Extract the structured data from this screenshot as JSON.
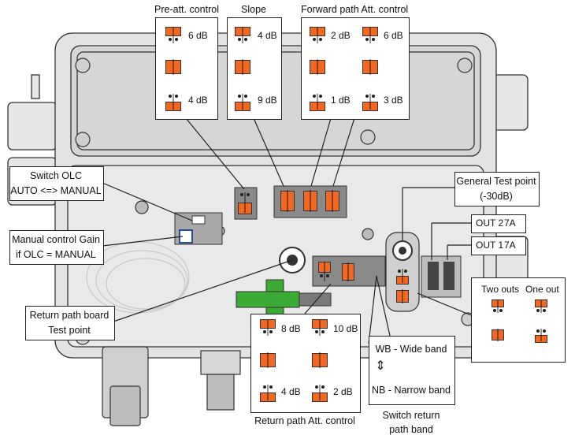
{
  "pre_att": {
    "title": "Pre-att. control",
    "top_value": "6 dB",
    "bottom_value": "4 dB"
  },
  "slope": {
    "title": "Slope",
    "top_value": "4 dB",
    "bottom_value": "9 dB"
  },
  "forward_att": {
    "title": "Forward path Att. control",
    "values": [
      "2 dB",
      "6 dB",
      "1 dB",
      "3 dB"
    ]
  },
  "switch_olc": {
    "line1": "Switch OLC",
    "line2": "AUTO <=> MANUAL"
  },
  "manual_gain": {
    "line1": "Manual control Gain",
    "line2": "if OLC = MANUAL"
  },
  "general_test": {
    "line1": "General Test point",
    "line2": "(-30dB)"
  },
  "out2": {
    "label": "OUT 2",
    "amps": "7A"
  },
  "out1": {
    "label": "OUT 1",
    "amps": "7A"
  },
  "outs_panel": {
    "two_outs": "Two outs",
    "one_out": "One out"
  },
  "return_board": {
    "line1": "Return path board",
    "line2": "Test point"
  },
  "return_att": {
    "title": "Return path Att. control",
    "values": [
      "8 dB",
      "10 dB",
      "4 dB",
      "2 dB"
    ]
  },
  "band_switch": {
    "wide": "WB - Wide band",
    "arrow": "⇕",
    "narrow": "NB - Narrow band",
    "caption_line1": "Switch return",
    "caption_line2": "path band"
  },
  "colors": {
    "housing": "#dcdcdc",
    "orange": "#f26722",
    "green": "#3aaa35",
    "line": "#222222"
  }
}
